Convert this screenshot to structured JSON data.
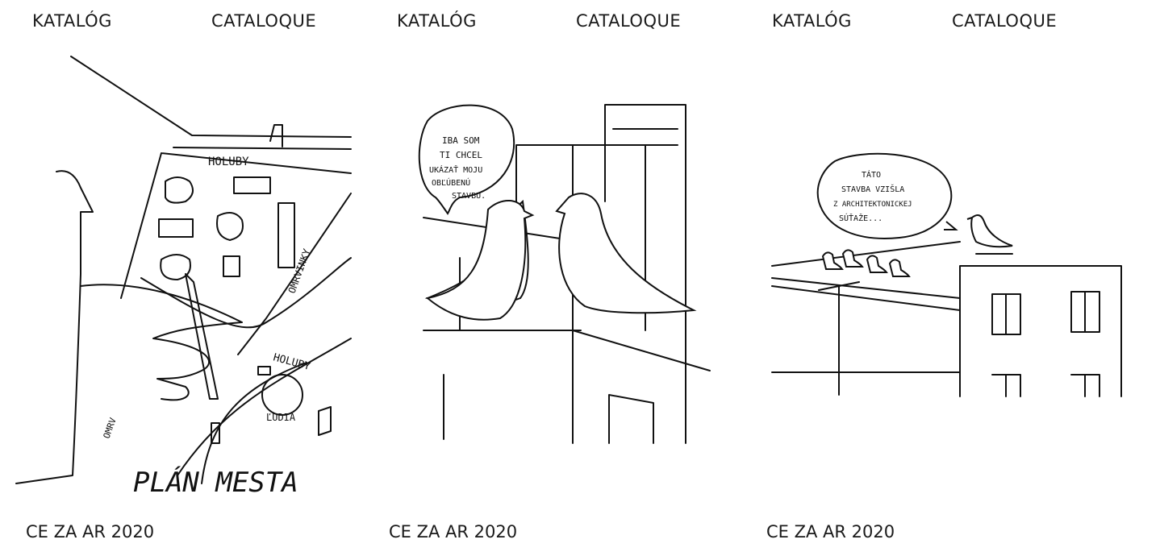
{
  "covers": [
    {
      "title_sk": "KATALÓG",
      "title_en": "CATALOQUE",
      "footer": "CE ZA AR 2020",
      "labels": {
        "pigeons_top": "HOLUBY",
        "crumbs": "OMRVINKY",
        "pigeons_bottom": "HOLUBY",
        "people": "ĽUDIA",
        "crumbs_partial": "OMRV",
        "map_title": "PLÁN MESTA"
      }
    },
    {
      "title_sk": "KATALÓG",
      "title_en": "CATALOQUE",
      "footer": "CE ZA AR 2020",
      "speech": [
        "IBA SOM",
        "TI CHCEL",
        "UKÁZAŤ MOJU",
        "OBĽÚBENÚ",
        "STAVBU."
      ]
    },
    {
      "title_sk": "KATALÓG",
      "title_en": "CATALOQUE",
      "footer": "CE ZA AR 2020",
      "speech": [
        "TÁTO",
        "STAVBA VZIŠLA",
        "Z ARCHITEKTONICKEJ",
        "SÚŤAŽE..."
      ]
    }
  ]
}
